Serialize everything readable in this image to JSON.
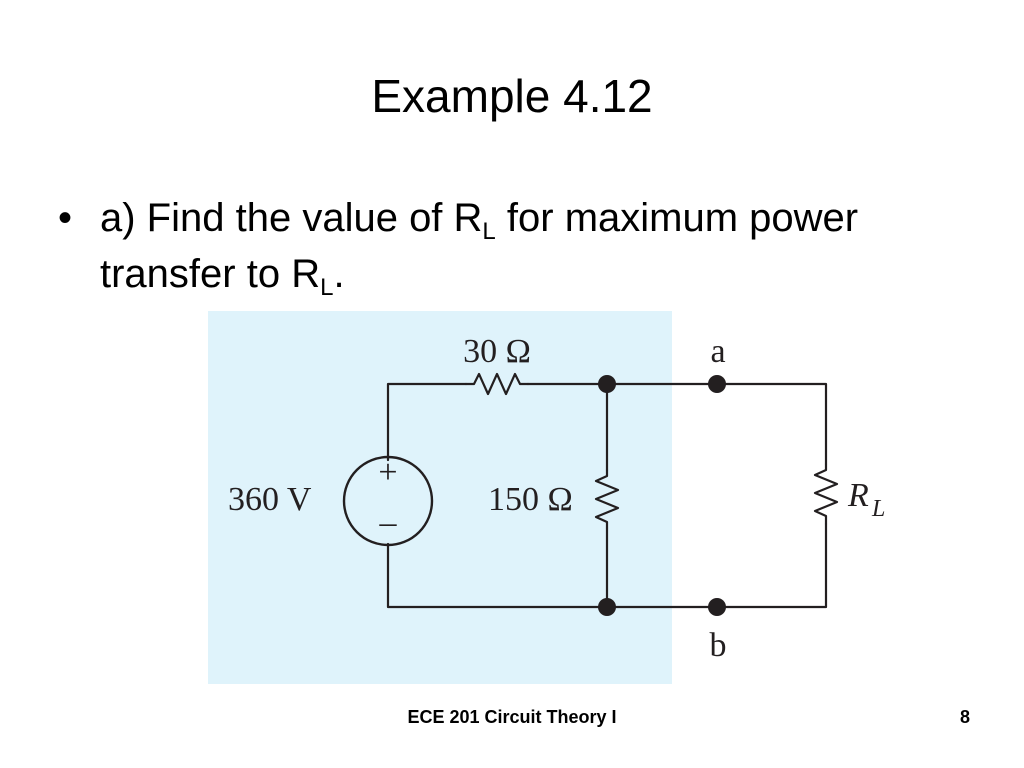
{
  "slide": {
    "title": "Example 4.12",
    "bullet": {
      "marker": "•",
      "line1_part1": "a) Find the value of R",
      "sub1": "L",
      "line1_part2": " for maximum power",
      "line2_part1": "transfer to R",
      "sub2": "L",
      "line2_part2": "."
    }
  },
  "circuit": {
    "shaded_fill": "#dff3fb",
    "wire_color": "#231f20",
    "source_label": "360 V",
    "source_plus": "+",
    "source_minus": "–",
    "series_resistor_label": "30 Ω",
    "shunt_resistor_label": "150 Ω",
    "load_label": "R",
    "load_sub": "L",
    "terminal_a": "a",
    "terminal_b": "b"
  },
  "footer": {
    "course": "ECE 201 Circuit Theory I",
    "page": "8"
  }
}
